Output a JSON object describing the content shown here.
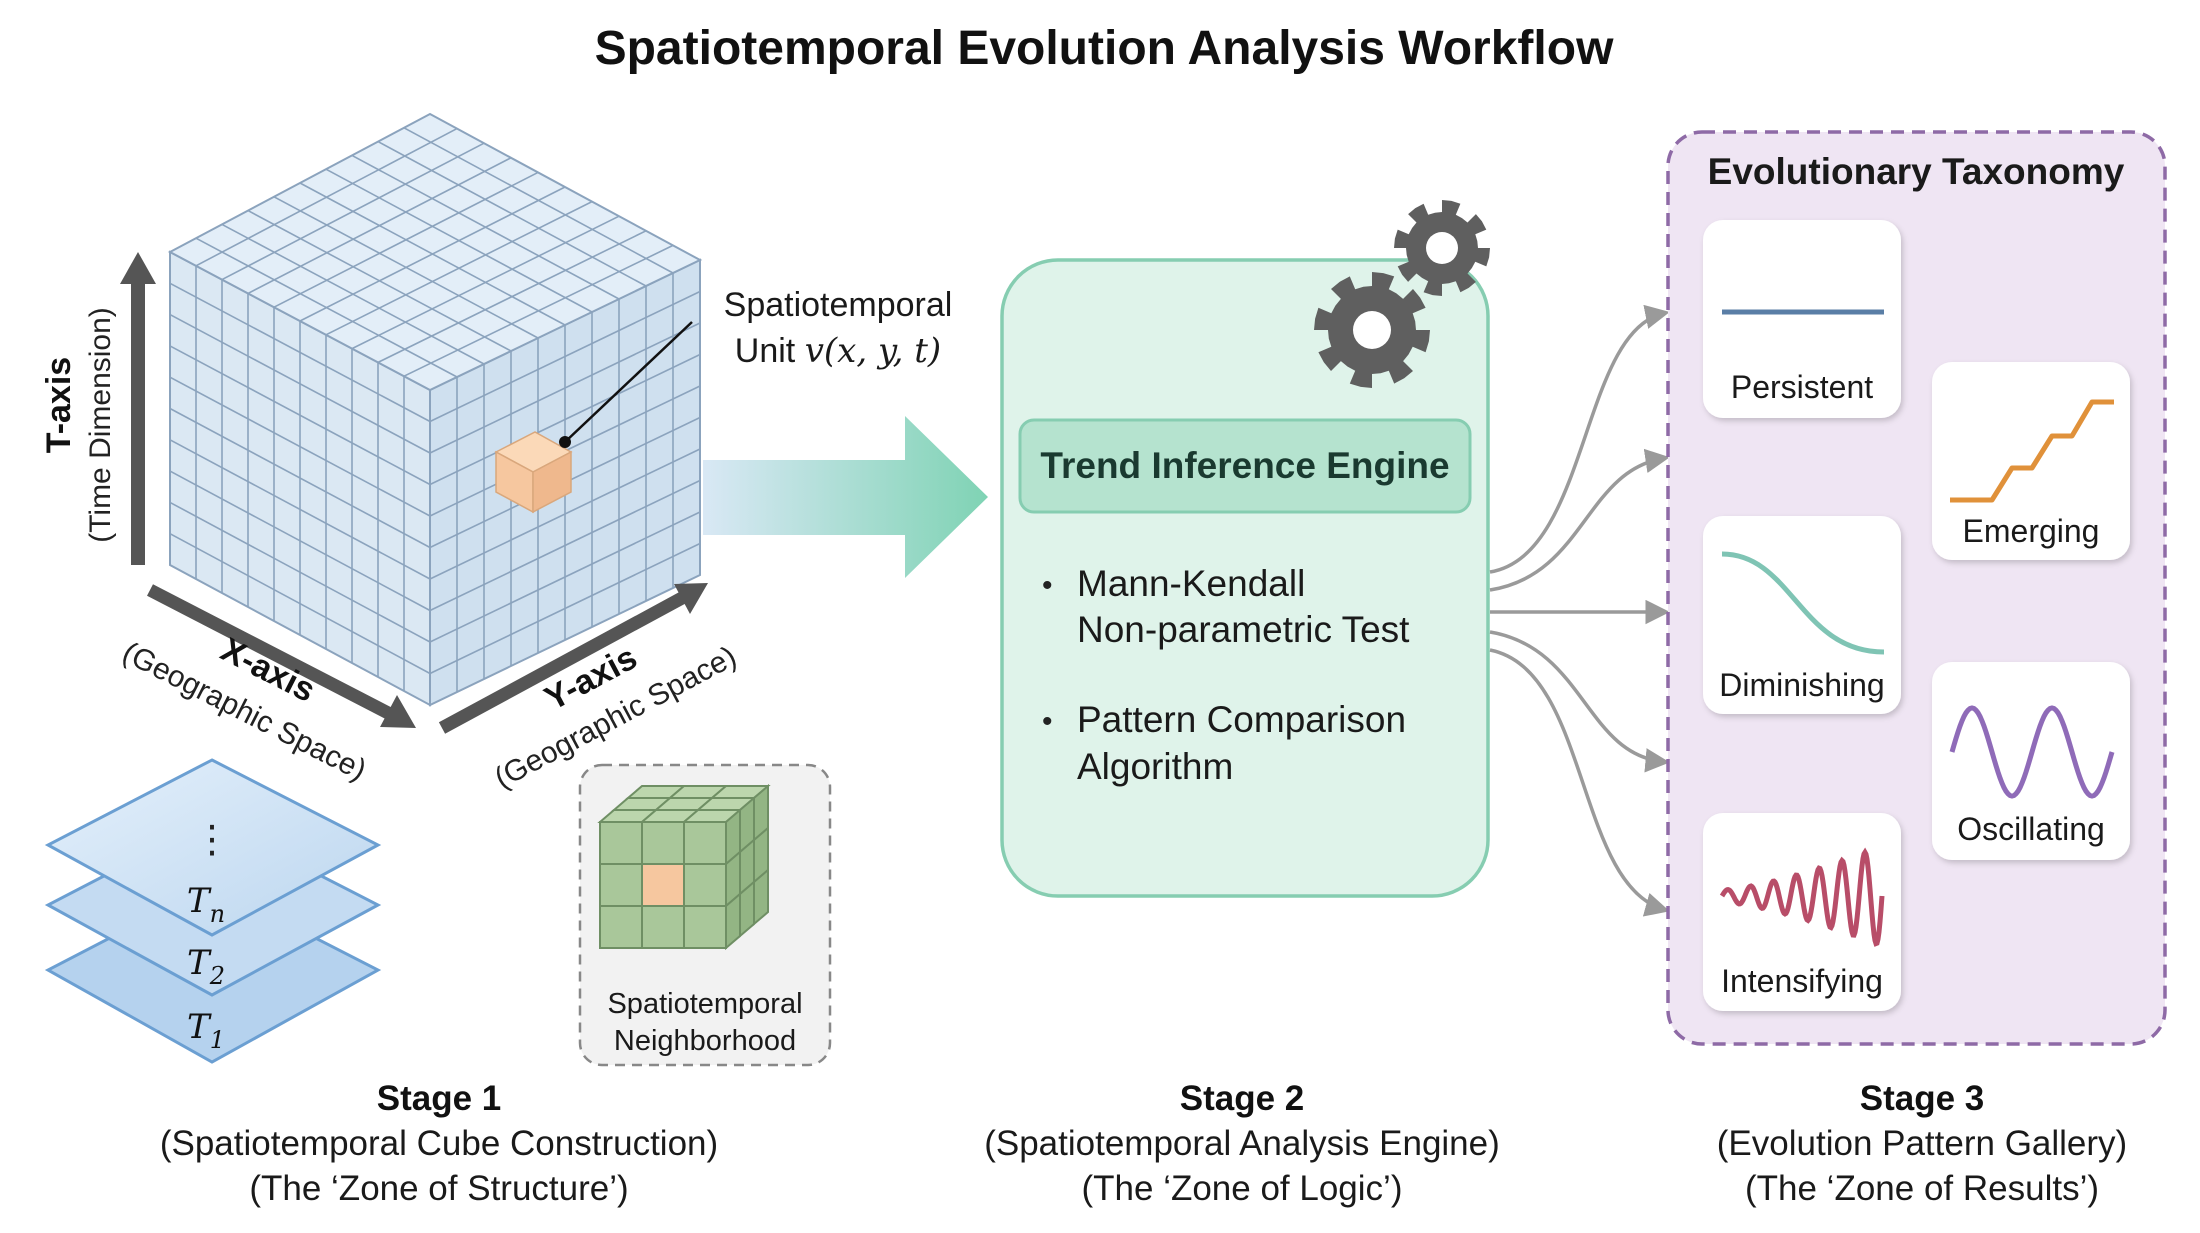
{
  "title": "Spatiotemporal Evolution Analysis Workflow",
  "stage1": {
    "t_axis": {
      "label": "T-axis",
      "sub": "(Time Dimension)"
    },
    "x_axis": {
      "label": "X-axis",
      "sub": "(Geographic Space)"
    },
    "y_axis": {
      "label": "Y-axis",
      "sub": "(Geographic Space)"
    },
    "unit_callout": {
      "line1": "Spatiotemporal",
      "line2_prefix": "Unit ",
      "line2_math": "v(x, y, t)"
    },
    "layers": {
      "ellipsis": "⋮",
      "tn": "T",
      "tn_sub": "n",
      "t2": "T",
      "t2_sub": "2",
      "t1": "T",
      "t1_sub": "1"
    },
    "neighborhood": {
      "line1": "Spatiotemporal",
      "line2": "Neighborhood"
    },
    "caption": {
      "title": "Stage 1",
      "line1": "(Spatiotemporal Cube Construction)",
      "line2": "(The ‘Zone of Structure’)"
    }
  },
  "stage2": {
    "engine_title": "Trend Inference Engine",
    "bullets": [
      {
        "line1": "Mann-Kendall",
        "line2": "Non-parametric Test"
      },
      {
        "line1": "Pattern Comparison",
        "line2": "Algorithm"
      }
    ],
    "bullet_char": "•",
    "icon": "gear-icon",
    "caption": {
      "title": "Stage 2",
      "line1": "(Spatiotemporal Analysis Engine)",
      "line2": "(The ‘Zone of Logic’)"
    }
  },
  "stage3": {
    "taxonomy_title": "Evolutionary Taxonomy",
    "patterns": [
      {
        "label": "Persistent",
        "color": "#5a7ea6"
      },
      {
        "label": "Emerging",
        "color": "#e0913a"
      },
      {
        "label": "Diminishing",
        "color": "#7fc4b4"
      },
      {
        "label": "Oscillating",
        "color": "#8f6bb8"
      },
      {
        "label": "Intensifying",
        "color": "#b84d68"
      }
    ],
    "caption": {
      "title": "Stage 3",
      "line1": "(Evolution Pattern Gallery)",
      "line2": "(The ‘Zone of Results’)"
    }
  },
  "colors": {
    "cube_fill": "#dbe8f3",
    "cube_line": "#8ba3bd",
    "unit": "#f6c79f",
    "engine_fill": "#dff3ea",
    "engine_border": "#86cdb1",
    "taxonomy_fill": "#efe5f3",
    "taxonomy_border": "#8e6aa6",
    "neighbor_fill": "#a9c79a"
  }
}
